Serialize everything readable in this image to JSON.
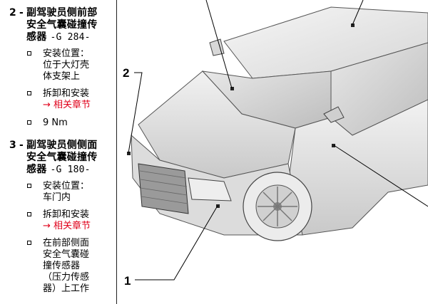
{
  "entries": [
    {
      "num": "2",
      "dash": "-",
      "title_lines": [
        "副驾驶员侧前部",
        "安全气囊碰撞传",
        "感器"
      ],
      "code": "-G 284-",
      "bullets": [
        {
          "lines": [
            "安装位置：",
            "位于大灯壳",
            "体支架上"
          ]
        },
        {
          "lines": [
            "拆卸和安装"
          ],
          "link": "相关章节"
        },
        {
          "lines": [
            "9 Nm"
          ]
        }
      ]
    },
    {
      "num": "3",
      "dash": "-",
      "title_lines": [
        "副驾驶员侧侧面",
        "安全气囊碰撞传",
        "感器"
      ],
      "code": "-G 180-",
      "bullets": [
        {
          "lines": [
            "安装位置：",
            "车门内"
          ]
        },
        {
          "lines": [
            "拆卸和安装"
          ],
          "link": "相关章节"
        },
        {
          "lines": [
            "在前部侧面",
            "安全气囊碰",
            "撞传感器",
            "（压力传感",
            "器）上工作"
          ]
        }
      ]
    }
  ],
  "link_arrow": "→",
  "callouts": {
    "c1": "1",
    "c2": "2"
  }
}
